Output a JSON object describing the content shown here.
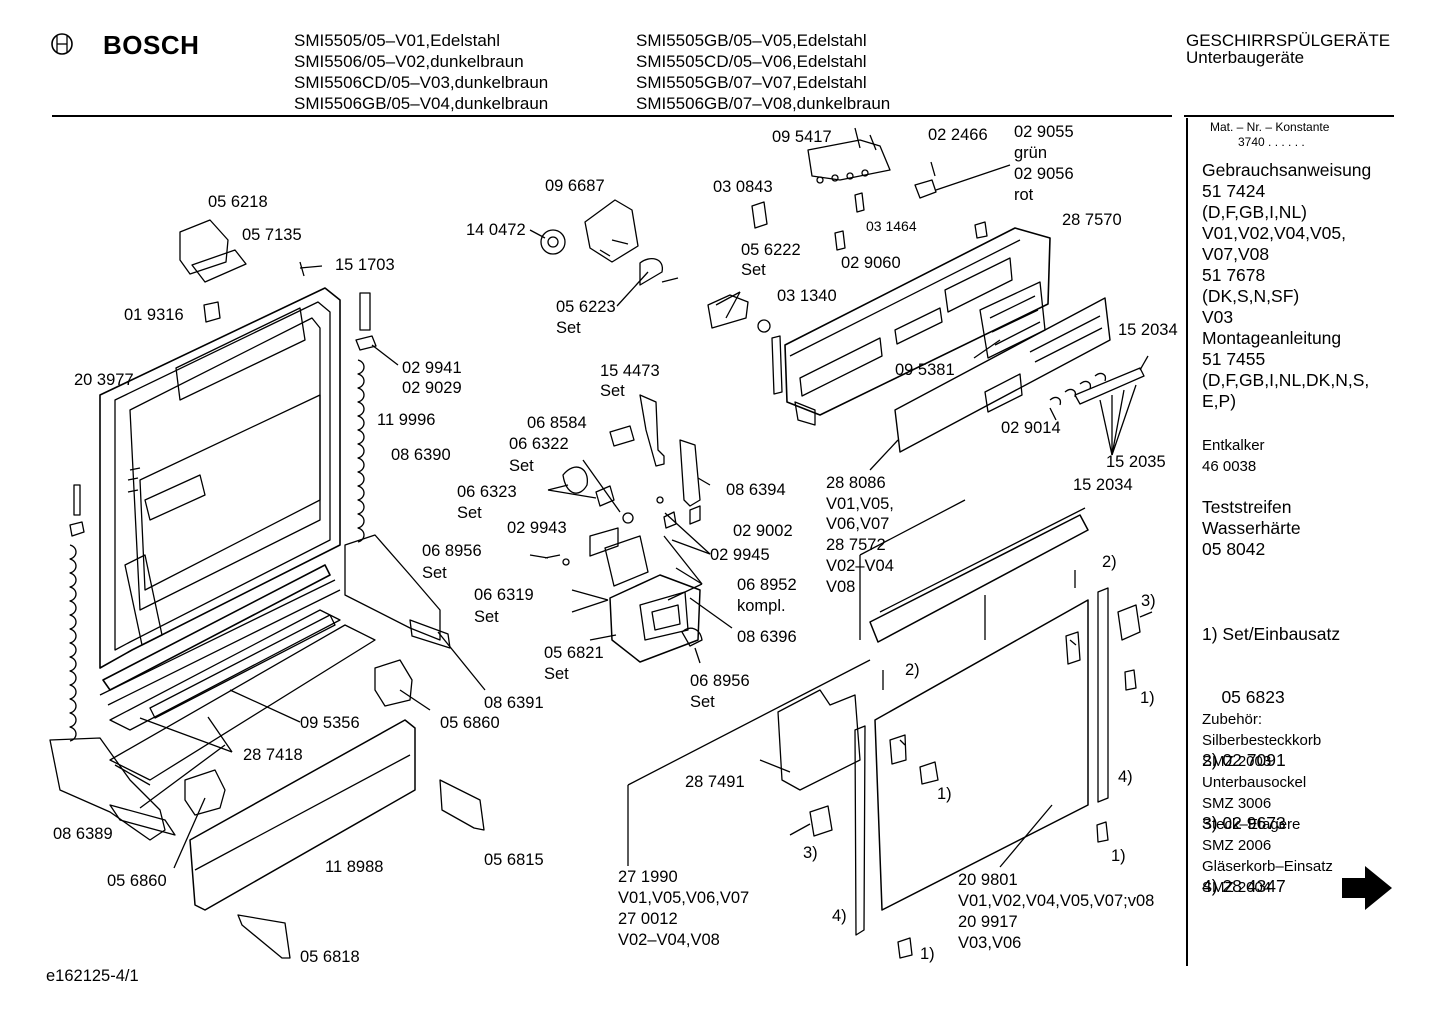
{
  "header": {
    "brand": "BOSCH",
    "models_col1": [
      "SMI5505/05–V01,Edelstahl",
      "SMI5506/05–V02,dunkelbraun",
      "SMI5506CD/05–V03,dunkelbraun",
      "SMI5506GB/05–V04,dunkelbraun"
    ],
    "models_col2": [
      "SMI5505GB/05–V05,Edelstahl",
      "SMI5505CD/05–V06,Edelstahl",
      "SMI5505GB/07–V07,Edelstahl",
      "SMI5506GB/07–V08,dunkelbraun"
    ],
    "category": "GESCHIRRSPÜLGERÄTE",
    "subcategory": "Unterbaugeräte"
  },
  "sidebar": {
    "mat_label": "Mat. – Nr. – Konstante",
    "mat_value": "3740 . . . . . .",
    "manual_block": [
      "Gebrauchsanweisung",
      "51 7424",
      "(D,F,GB,I,NL)",
      "V01,V02,V04,V05,",
      "V07,V08",
      "51 7678",
      "(DK,S,N,SF)",
      "V03",
      "Montageanleitung",
      "51 7455",
      "(D,F,GB,I,NL,DK,N,S,",
      "E,P)"
    ],
    "descaler": [
      "Entkalker",
      "46 0038"
    ],
    "test_strips": [
      "Teststreifen",
      "Wasserhärte",
      "05 8042"
    ],
    "notes": [
      "1) Set/Einbausatz",
      "    05 6823",
      "2) 02 7091",
      "3) 02 9673",
      "4) 28 4347"
    ],
    "accessories": [
      "Zubehör:",
      "Silberbesteckkorb",
      "SMZ 2003",
      "Unterbausockel",
      "SMZ 3006",
      "Steck–Etagere",
      "SMZ 2006",
      "Gläserkorb–Einsatz",
      "SMZ 2004"
    ]
  },
  "footer": {
    "doc_id": "e162125-4/1"
  },
  "labels": {
    "l01": "05 6218",
    "l02": "05 7135",
    "l03": "15 1703",
    "l04": "01 9316",
    "l05": "20 3977",
    "l06": "02 9941",
    "l07": "02 9029",
    "l08": "11 9996",
    "l09": "08 6390",
    "l10": "09 6687",
    "l11": "14 0472",
    "l12": "05 6223",
    "l13": "Set",
    "l14": "09 5417",
    "l15": "03 0843",
    "l16": "05 6222",
    "l17": "Set",
    "l18": "02 2466",
    "l19": "02 9055",
    "l20": "grün",
    "l21": "02 9056",
    "l22": "rot",
    "l23": "03 1464",
    "l24": "28 7570",
    "l25": "02 9060",
    "l26": "03 1340",
    "l27": "09 5381",
    "l28": "15 2034",
    "l29": "15 4473",
    "l30": "Set",
    "l31": "06 8584",
    "l32": "06 6322",
    "l33": "Set",
    "l34": "06 6323",
    "l35": "Set",
    "l36": "08 6394",
    "l37": "02 9943",
    "l38": "02 9002",
    "l39": "02 9945",
    "l40": "06 8956",
    "l41": "Set",
    "l42": "06 6319",
    "l43": "Set",
    "l44": "06 8952",
    "l45": "kompl.",
    "l46": "08 6396",
    "l47": "05 6821",
    "l48": "Set",
    "l49": "06 8956",
    "l50": "Set",
    "l51": "08 6391",
    "l52": "09 5356",
    "l53": "05 6860",
    "l54": "28 7418",
    "l55": "08 6389",
    "l56": "05 6860",
    "l57": "11 8988",
    "l58": "05 6815",
    "l59": "05 6818",
    "l60": "02 9014",
    "l61": "15 2035",
    "l62": "15 2034",
    "l63": "28 8086",
    "l64": "V01,V05,",
    "l65": "V06,V07",
    "l66": "28 7572",
    "l67": "V02–V04",
    "l68": "V08",
    "l69": "2)",
    "l70": "3)",
    "l71": "2)",
    "l72": "1)",
    "l73": "4)",
    "l74": "28 7491",
    "l75": "1)",
    "l76": "3)",
    "l77": "1)",
    "l78": "27 1990",
    "l79": "V01,V05,V06,V07",
    "l80": "27 0012",
    "l81": "V02–V04,V08",
    "l82": "20 9801",
    "l83": "V01,V02,V04,V05,V07;v08",
    "l84": "20 9917",
    "l85": "V03,V06",
    "l86": "4)",
    "l87": "1)"
  },
  "icons": {
    "logo": "bosch-armature-icon",
    "next": "arrow-right-icon"
  }
}
